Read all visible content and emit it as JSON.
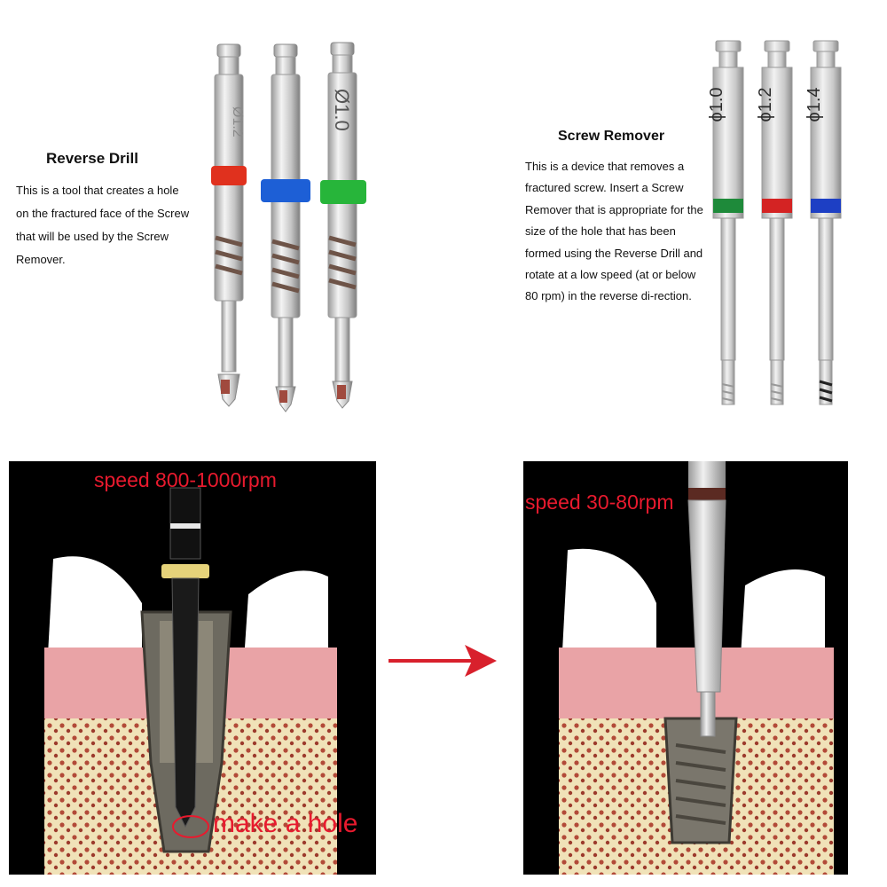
{
  "reverse_drill": {
    "title": "Reverse Drill",
    "description": "This is a tool that creates a hole on the fractured face of the Screw that will be used by the Screw Remover.",
    "drills": [
      {
        "label": "Ø1.2",
        "ring_color": "#e0311e"
      },
      {
        "label": "",
        "ring_color": "#1d5fd6"
      },
      {
        "label": "Ø1.0",
        "ring_color": "#27b53a"
      }
    ]
  },
  "screw_remover": {
    "title": "Screw Remover",
    "description": "This is a device that removes a fractured screw. Insert a Screw Remover that is appropriate for the size of the hole that has been formed using the Reverse Drill and rotate at a low speed (at or below 80 rpm) in the reverse di-rection.",
    "tools": [
      {
        "label": "ϕ1.0",
        "band_color": "#1e8a3a"
      },
      {
        "label": "ϕ1.2",
        "band_color": "#d42323"
      },
      {
        "label": "ϕ1.4",
        "band_color": "#1d3fc4"
      }
    ]
  },
  "scene_left": {
    "speed": "speed 800-1000rpm",
    "note": "make a hole"
  },
  "scene_right": {
    "speed": "speed 30-80rpm"
  },
  "colors": {
    "accent": "#e81a2e",
    "arrow": "#d8202c"
  }
}
